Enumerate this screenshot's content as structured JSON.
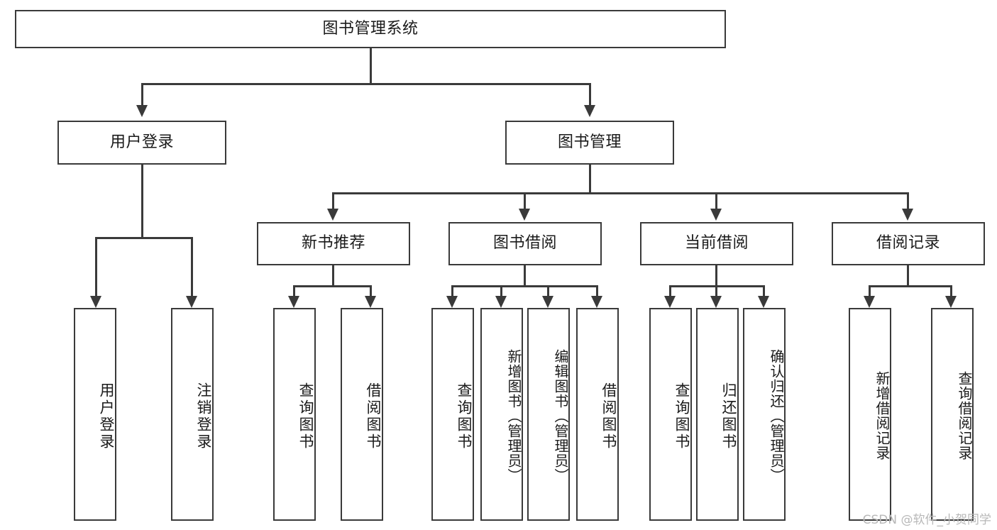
{
  "diagram": {
    "title": "图书管理系统",
    "type": "tree",
    "watermark": "CSDN @软件_小贺同学",
    "colors": {
      "stroke": "#3a3a3a",
      "fill": "#ffffff",
      "text": "#1a1a1a",
      "watermark": "#b8b8b8"
    },
    "nodes": {
      "root": {
        "label": "图书管理系统"
      },
      "level2": [
        {
          "id": "user-login",
          "label": "用户登录"
        },
        {
          "id": "book-manage",
          "label": "图书管理"
        }
      ],
      "level3": [
        {
          "id": "new-book-rec",
          "label": "新书推荐"
        },
        {
          "id": "book-borrow",
          "label": "图书借阅"
        },
        {
          "id": "current-borrow",
          "label": "当前借阅"
        },
        {
          "id": "borrow-record",
          "label": "借阅记录"
        }
      ],
      "leaves": {
        "user_login": [
          {
            "id": "leaf-user-login",
            "label": "用户登录"
          },
          {
            "id": "leaf-logout",
            "label": "注销登录"
          }
        ],
        "new_book_rec": [
          {
            "id": "leaf-query-book-1",
            "label": "查询图书"
          },
          {
            "id": "leaf-borrow-book-1",
            "label": "借阅图书"
          }
        ],
        "book_borrow": [
          {
            "id": "leaf-query-book-2",
            "label": "查询图书"
          },
          {
            "id": "leaf-add-book",
            "label": "新增图书（管理员）"
          },
          {
            "id": "leaf-edit-book",
            "label": "编辑图书（管理员）"
          },
          {
            "id": "leaf-borrow-book-2",
            "label": "借阅图书"
          }
        ],
        "current_borrow": [
          {
            "id": "leaf-query-book-3",
            "label": "查询图书"
          },
          {
            "id": "leaf-return-book",
            "label": "归还图书"
          },
          {
            "id": "leaf-confirm-return",
            "label": "确认归还（管理员）"
          }
        ],
        "borrow_record": [
          {
            "id": "leaf-add-record",
            "label": "新增借阅记录"
          },
          {
            "id": "leaf-query-record",
            "label": "查询借阅记录"
          }
        ]
      }
    }
  }
}
